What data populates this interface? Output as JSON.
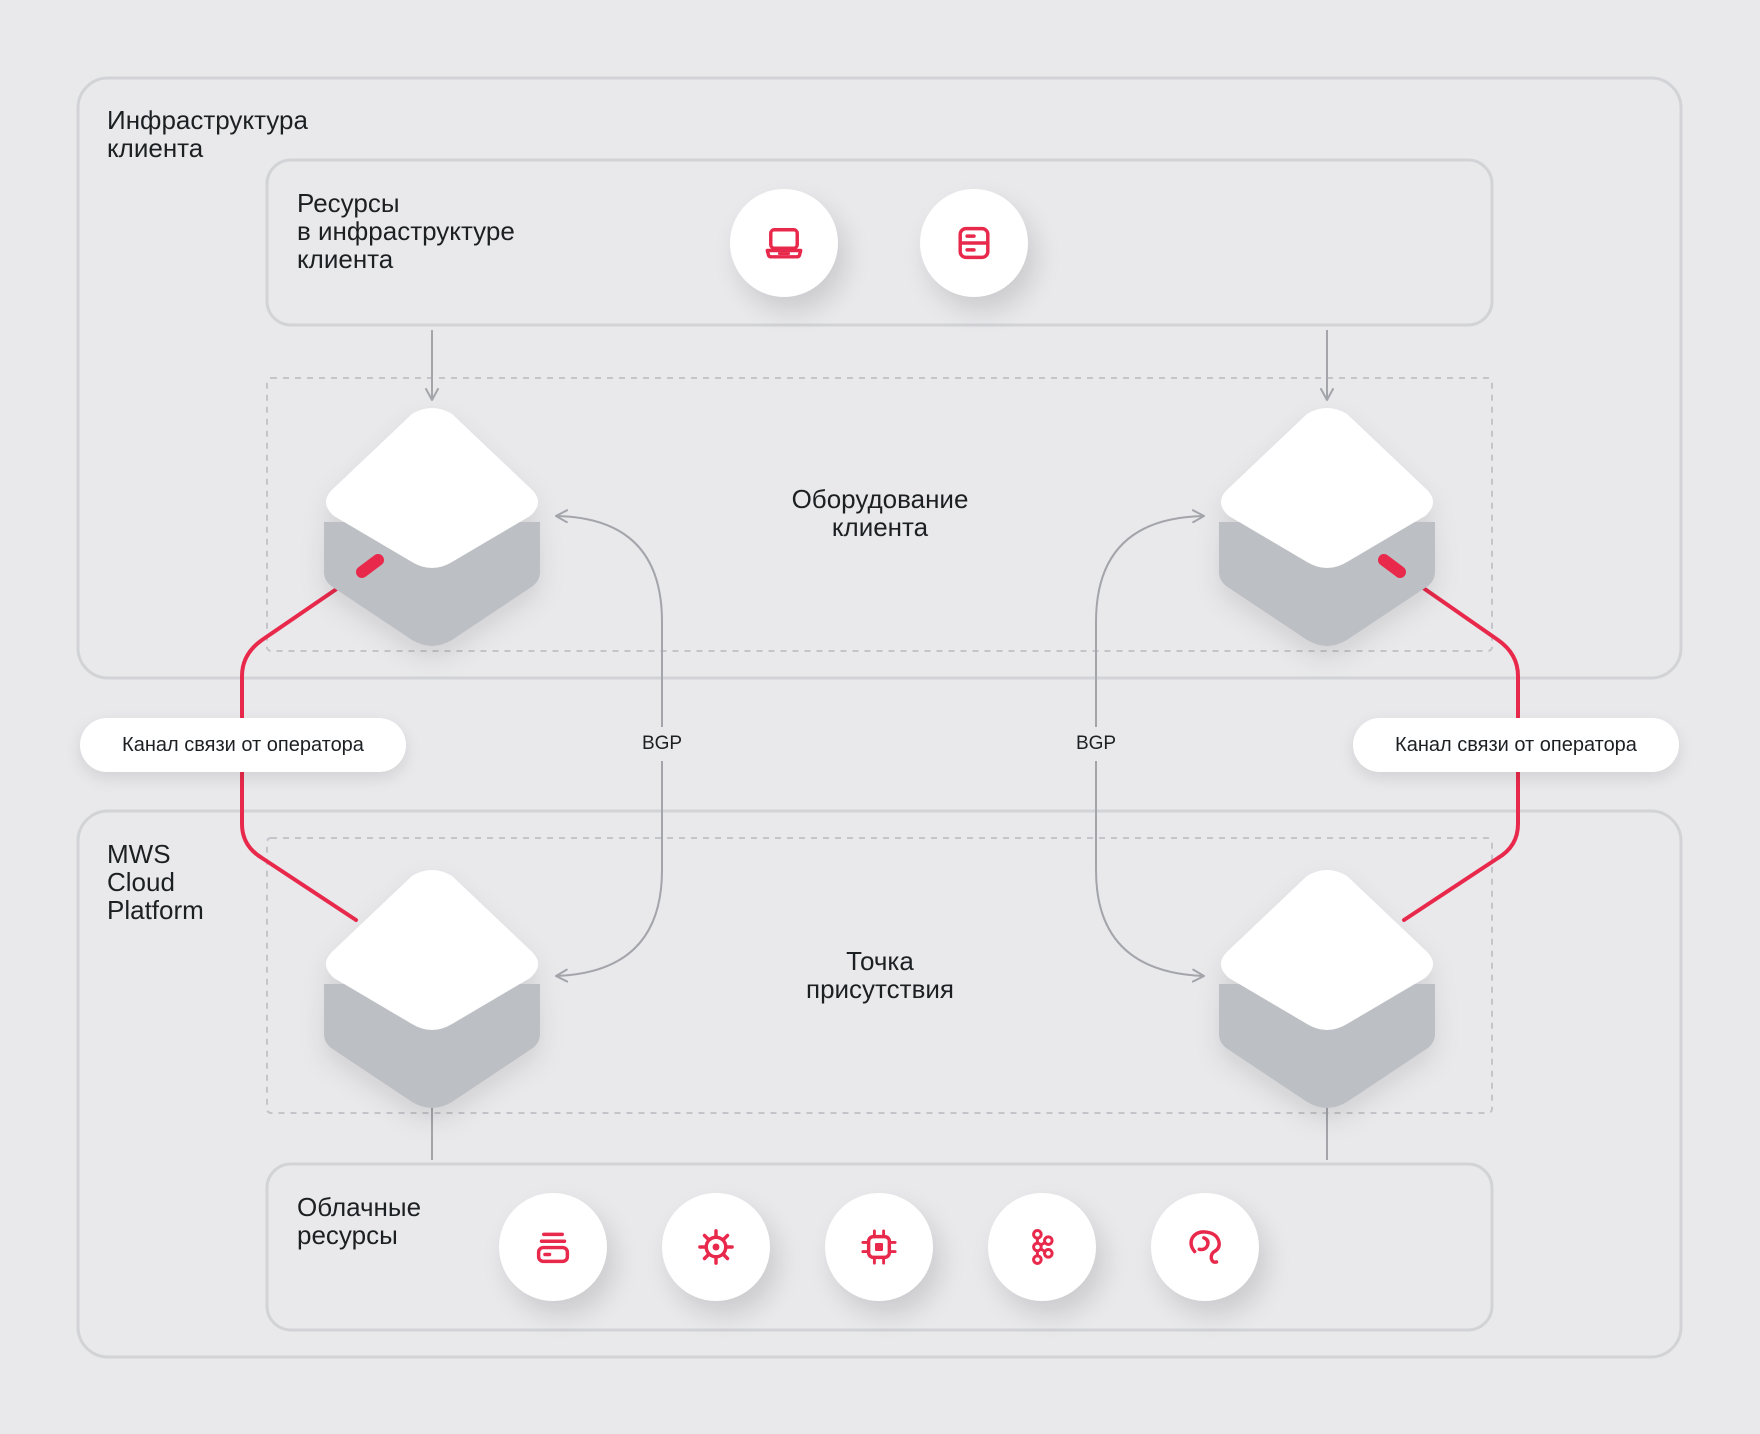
{
  "colors": {
    "background": "#e9e9ec",
    "frame": "#d2d3d7",
    "accent": "#e8294b",
    "arrow": "#a3a5ab",
    "device_top": "#ffffff",
    "device_side": "#bcbfc4"
  },
  "client_infra": {
    "title": "Инфраструктура\nклиента"
  },
  "client_resources": {
    "title": "Ресурсы\nв инфраструктуре\nклиента",
    "icons": [
      "laptop-icon",
      "server-icon"
    ]
  },
  "client_equipment": {
    "title": "Оборудование\nклиента"
  },
  "links": {
    "left_channel_label": "Канал связи от оператора",
    "right_channel_label": "Канал связи от оператора",
    "left_bgp_label": "BGP",
    "right_bgp_label": "BGP"
  },
  "mws_platform": {
    "title": "MWS\nCloud\nPlatform"
  },
  "point_of_presence": {
    "title": "Точка\nприсутствия"
  },
  "cloud_resources": {
    "title": "Облачные\nресурсы",
    "icons": [
      "storage-icon",
      "gear-icon",
      "chip-icon",
      "kafka-icon",
      "elephant-icon"
    ]
  }
}
